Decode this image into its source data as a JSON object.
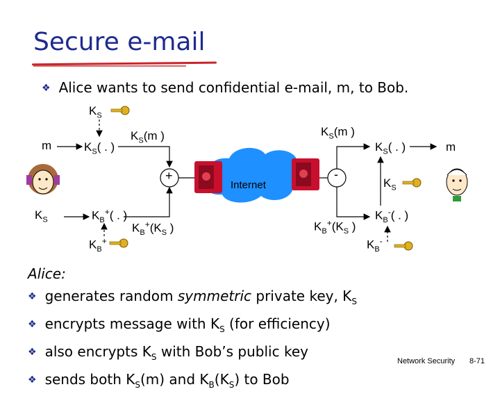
{
  "title": "Secure e-mail",
  "intro": "Alice wants to send confidential e-mail, m, to Bob.",
  "diagram": {
    "ks_top": "K",
    "ks_sub": "S",
    "m_left": "m",
    "m_right": "m",
    "ks_enc_k": "K",
    "ks_enc_s": "S",
    "ks_enc_arg": "( . )",
    "ksm_left_k": "K",
    "ksm_left_s": "S",
    "ksm_left_arg": "(m )",
    "ksm_right_k": "K",
    "ksm_right_s": "S",
    "ksm_right_arg": "(m )",
    "plus": "+",
    "minus": "-",
    "internet": "Internet",
    "ks_left_k": "K",
    "ks_left_s": "S",
    "kb_enc_k": "K",
    "kb_enc_b": "B",
    "kb_enc_sup": "+",
    "kb_enc_arg": "( . )",
    "kbks_left_k": "K",
    "kbks_left_b": "B",
    "kbks_left_sup": "+",
    "kbks_left_arg_k": "(K",
    "kbks_left_arg_s": "S",
    "kbks_left_close": " )",
    "kbpub_k": "K",
    "kbpub_b": "B",
    "kbpub_sup": "+",
    "kbks_right_k": "K",
    "kbks_right_b": "B",
    "kbks_right_sup": "+",
    "kbks_right_arg_k": "(K",
    "kbks_right_arg_s": "S",
    "kbks_right_close": " )",
    "ks_dec_k": "K",
    "ks_dec_s": "S",
    "ks_dec_arg": "( . )",
    "ks_right_k": "K",
    "ks_right_s": "S",
    "kb_dec_k": "K",
    "kb_dec_b": "B",
    "kb_dec_sup": "-",
    "kb_dec_arg": "( . )",
    "kbpriv_k": "K",
    "kbpriv_b": "B",
    "kbpriv_sup": "-"
  },
  "alice_heading": "Alice:",
  "alice_bullets": [
    {
      "a": "generates random ",
      "em": "symmetric",
      "b": " private key, K",
      "s1": "S",
      "c": "",
      "s2": "",
      "d": ""
    },
    {
      "a": "encrypts message with K",
      "em": "",
      "b": "",
      "s1": "S",
      "c": " (for efficiency)",
      "s2": "",
      "d": ""
    },
    {
      "a": "also encrypts K",
      "em": "",
      "b": "",
      "s1": "S",
      "c": " with Bob’s public key",
      "s2": "",
      "d": ""
    },
    {
      "a": "sends both K",
      "em": "",
      "b": "",
      "s1": "S",
      "c": "(m) and K",
      "s2": "B",
      "d": "(K"
    }
  ],
  "last_tail_sub": "S",
  "last_tail": ") to Bob",
  "footer": "Network Security",
  "page": "8-71",
  "colors": {
    "title": "#1f2a8f",
    "underline": "#c8252a",
    "internet": "#1e90ff",
    "router": "#c8102e",
    "key": "#e0b020"
  }
}
